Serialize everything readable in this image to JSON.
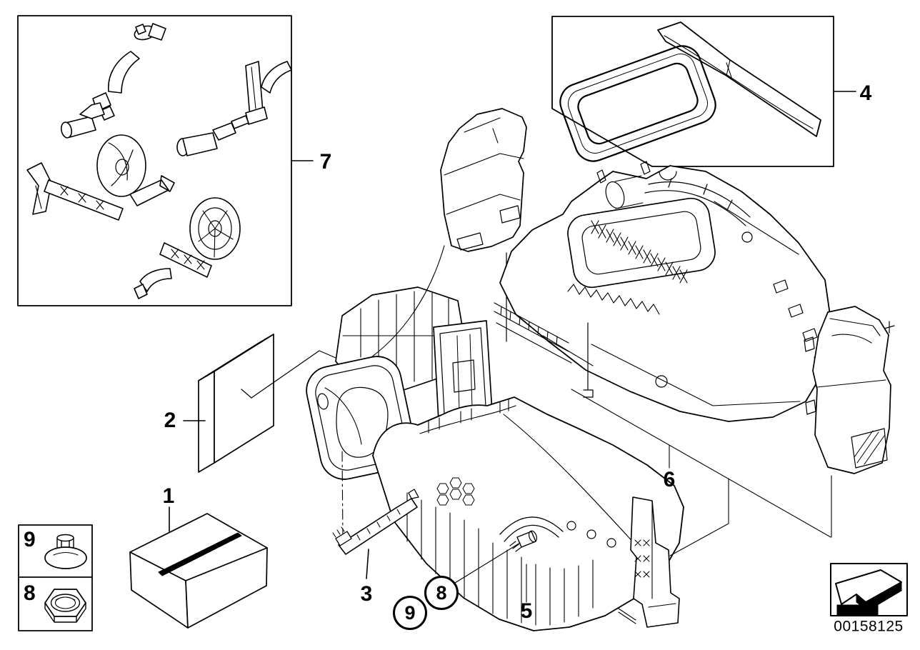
{
  "figure": {
    "type": "exploded-parts-diagram",
    "subject": "heater-air-conditioning-unit",
    "ink_color": "#000000",
    "paper_color": "#ffffff",
    "doc_number": "00158125"
  },
  "callouts": [
    {
      "label": "1",
      "part": "mounting-kit-carton",
      "style": "plain"
    },
    {
      "label": "2",
      "part": "microfilter-element",
      "style": "plain"
    },
    {
      "label": "3",
      "part": "mounting-rail",
      "style": "plain"
    },
    {
      "label": "4",
      "part": "seal-and-cover-kit",
      "style": "plain"
    },
    {
      "label": "5",
      "part": "lower-housing-section",
      "style": "plain"
    },
    {
      "label": "6",
      "part": "heater-climate-unit-housing",
      "style": "plain"
    },
    {
      "label": "7",
      "part": "actuator-lever-kit",
      "style": "plain"
    },
    {
      "label": "8",
      "part": "hex-nut",
      "style": "circled"
    },
    {
      "label": "9",
      "part": "sealing-plug",
      "style": "circled"
    }
  ],
  "legend": {
    "items": [
      {
        "label": "9",
        "icon": "sealing-plug-icon"
      },
      {
        "label": "8",
        "icon": "hex-nut-icon"
      }
    ]
  },
  "footer": {
    "arrow_icon": "travel-direction-arrow-icon"
  }
}
